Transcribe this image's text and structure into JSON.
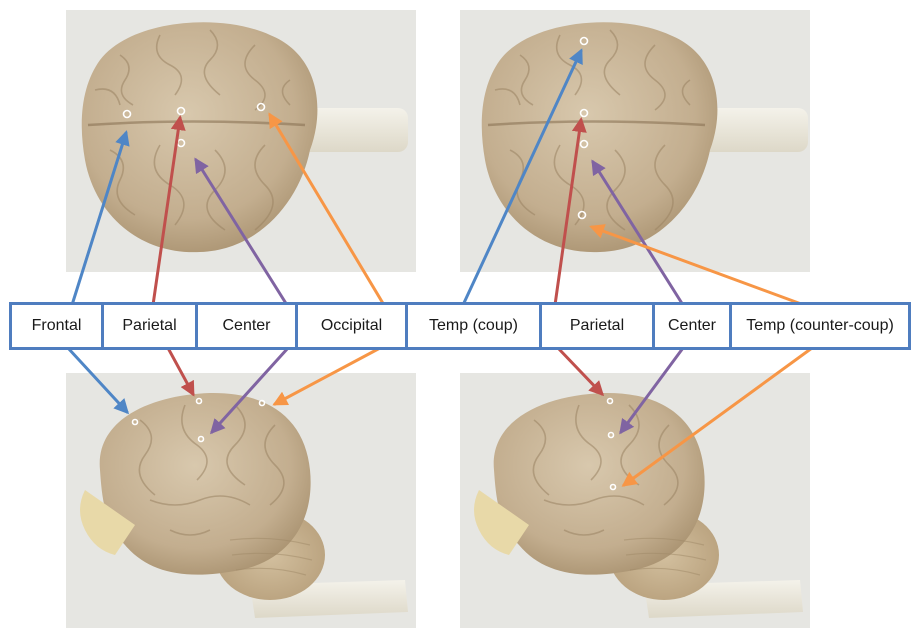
{
  "labels": {
    "frontal": "Frontal",
    "parietal_1": "Parietal",
    "center_1": "Center",
    "occipital": "Occipital",
    "temp_coup": "Temp (coup)",
    "parietal_2": "Parietal",
    "center_2": "Center",
    "temp_counter_coup": "Temp (counter-coup)"
  },
  "colors": {
    "strip_border": "#4f7dbf",
    "frontal_arrow": "#4f86c6",
    "parietal_arrow": "#c0504d",
    "center_arrow": "#8064a2",
    "occipital_arrow": "#f79646",
    "brain_tissue": "#c7b497",
    "brain_stem": "#efece2",
    "photo_background": "#e6e6e2"
  },
  "photos": [
    {
      "view": "dorsal",
      "icon": "brain-dorsal-photo"
    },
    {
      "view": "dorsal",
      "icon": "brain-dorsal-photo"
    },
    {
      "view": "lateral",
      "icon": "brain-lateral-photo"
    },
    {
      "view": "lateral",
      "icon": "brain-lateral-photo"
    }
  ]
}
